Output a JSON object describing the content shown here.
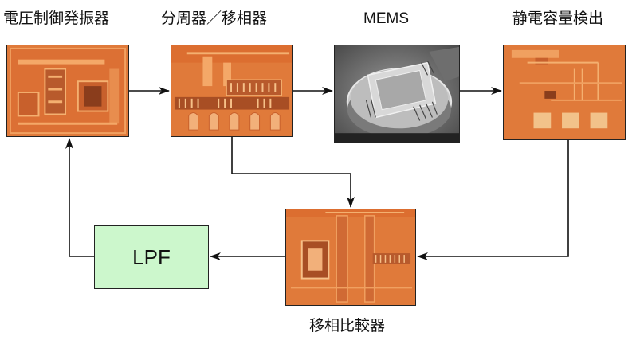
{
  "blocks": {
    "vco": {
      "label": "電圧制御発振器"
    },
    "divider": {
      "label": "分周器／移相器"
    },
    "mems": {
      "label": "MEMS"
    },
    "cap_detect": {
      "label": "静電容量検出"
    },
    "phase_comp": {
      "label": "移相比較器"
    },
    "lpf": {
      "label": "LPF"
    }
  },
  "colors": {
    "die_orange": "#e07a3a",
    "die_light": "#f0a060",
    "metal": "#f4b070",
    "pad": "#f2c28a",
    "lpf_fill": "#ccf7cc",
    "arrow": "#111111"
  }
}
